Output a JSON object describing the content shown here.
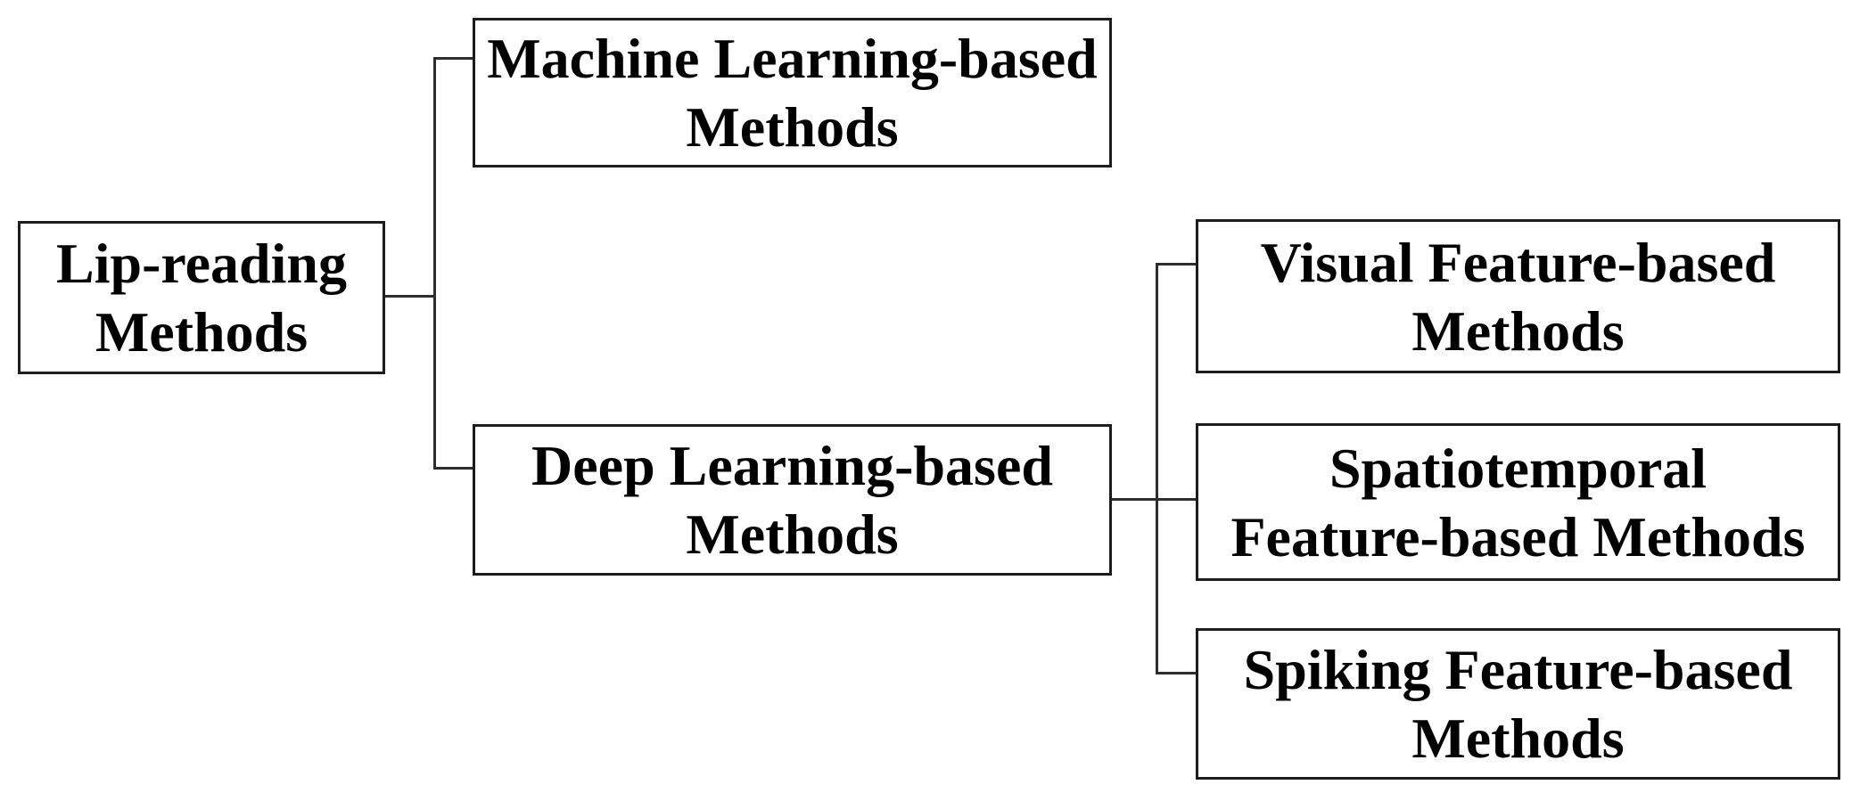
{
  "diagram": {
    "nodes": [
      {
        "id": "lip-reading-methods",
        "label": "Lip-reading Methods",
        "lines": [
          "Lip-reading",
          "Methods"
        ],
        "level": 0,
        "parent": null
      },
      {
        "id": "machine-learning-based-methods",
        "label": "Machine Learning-based Methods",
        "lines": [
          "Machine Learning-based",
          "Methods"
        ],
        "level": 1,
        "parent": "lip-reading-methods"
      },
      {
        "id": "deep-learning-based-methods",
        "label": "Deep Learning-based Methods",
        "lines": [
          "Deep Learning-based",
          "Methods"
        ],
        "level": 1,
        "parent": "lip-reading-methods"
      },
      {
        "id": "visual-feature-based-methods",
        "label": "Visual Feature-based Methods",
        "lines": [
          "Visual Feature-based",
          "Methods"
        ],
        "level": 2,
        "parent": "deep-learning-based-methods"
      },
      {
        "id": "spatiotemporal-feature-based-methods",
        "label": "Spatiotemporal Feature-based Methods",
        "lines": [
          "Spatiotemporal",
          "Feature-based Methods"
        ],
        "level": 2,
        "parent": "deep-learning-based-methods"
      },
      {
        "id": "spiking-feature-based-methods",
        "label": "Spiking Feature-based Methods",
        "lines": [
          "Spiking Feature-based",
          "Methods"
        ],
        "level": 2,
        "parent": "deep-learning-based-methods"
      }
    ],
    "colors": {
      "background": "#ffffff",
      "box_fill": "#ffffff",
      "box_border": "#1c1c1c",
      "connector_line": "#2e2e2e",
      "text": "#000000"
    }
  }
}
